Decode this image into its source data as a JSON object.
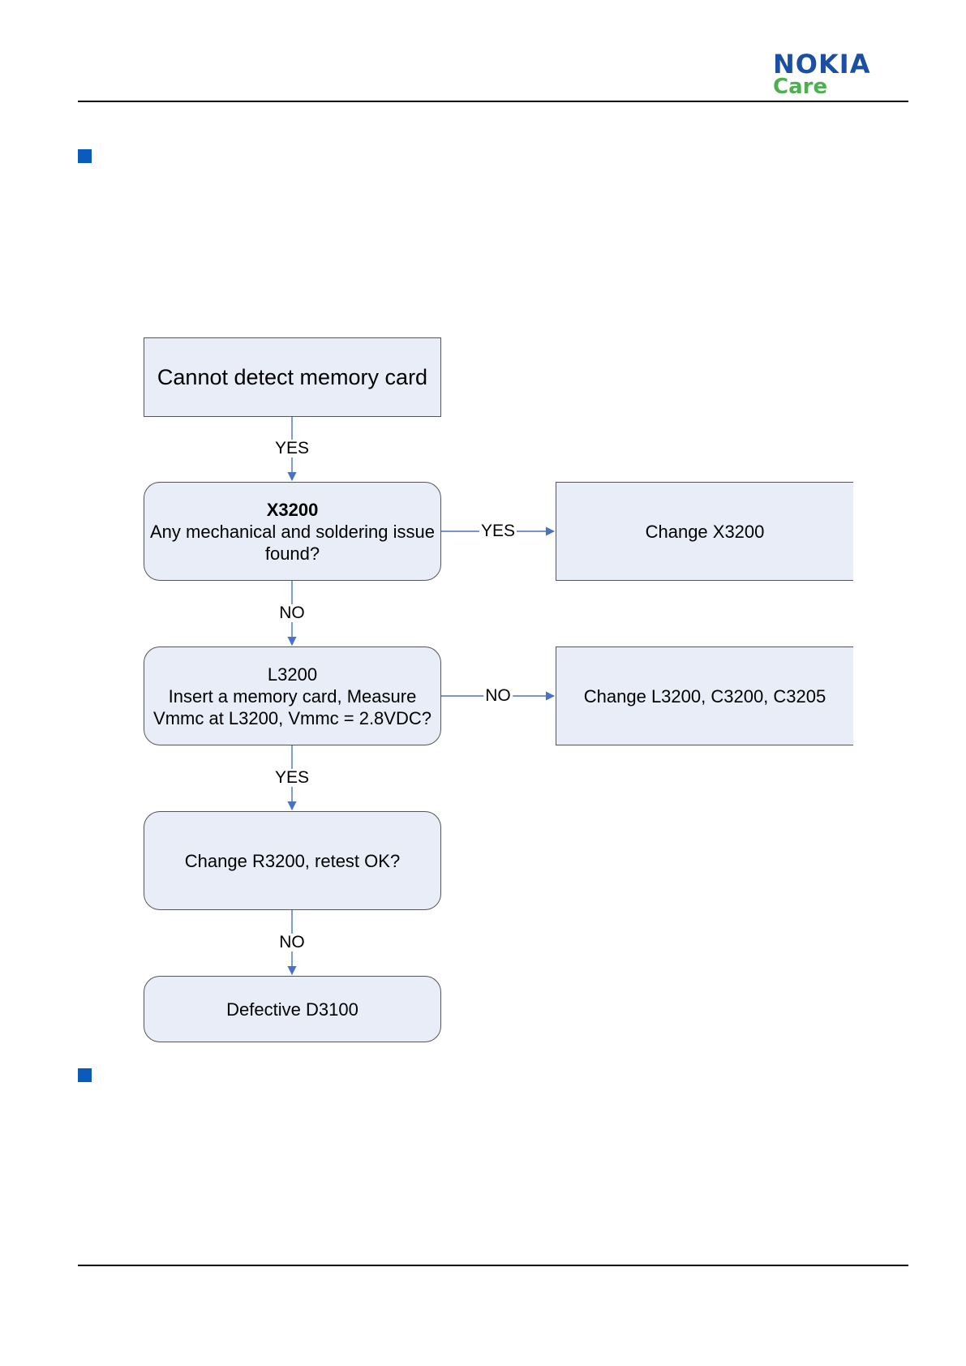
{
  "brand": {
    "name": "NOKIA",
    "sub": "Care"
  },
  "colors": {
    "nokia_blue": "#1a4fa3",
    "care_green": "#4caf50",
    "bullet": "#0a5bbd",
    "box_fill": "#e9edf7",
    "box_border": "#555555",
    "connector": "#4a72c4"
  },
  "flow": {
    "start": "Cannot detect memory card",
    "step1": {
      "title": "X3200",
      "text": "Any mechanical and soldering issue found?"
    },
    "step1_yes_action": "Change X3200",
    "step2": {
      "title": "L3200",
      "text": "Insert a memory card, Measure Vmmc at L3200, Vmmc = 2.8VDC?"
    },
    "step2_no_action": "Change L3200, C3200, C3205",
    "step3": "Change R3200, retest OK?",
    "end": "Defective D3100"
  },
  "edges": {
    "start_to_step1": "YES",
    "step1_to_action": "YES",
    "step1_to_step2": "NO",
    "step2_to_action": "NO",
    "step2_to_step3": "YES",
    "step3_to_end": "NO"
  }
}
